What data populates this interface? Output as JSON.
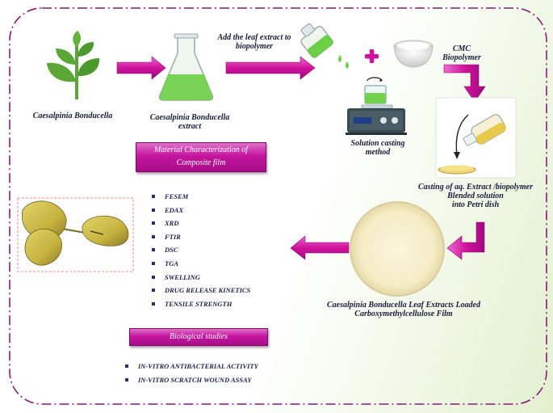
{
  "labels": {
    "plant": "Caesalpinia Bonducella",
    "extract_line1": "Caesalpinia Bonducella",
    "extract_line2": "extract",
    "add_line1": "Add the leaf extract to",
    "add_line2": "biopolymer",
    "cmc_line1": "CMC",
    "cmc_line2": "Biopolymer",
    "solution_line1": "Solution casting",
    "solution_line2": "method",
    "casting_line1": "Casting of aq. Extract /biopolymer",
    "casting_line2": "Blended solution",
    "casting_line3": "into Petri dish",
    "film_line1": "Caesalpinia Bonducella Leaf Extracts Loaded",
    "film_line2": "Carboxymethylcellulose Film"
  },
  "boxes": {
    "material_line1": "Material Characterization of",
    "material_line2": "Composite film",
    "biological": "Biological studies"
  },
  "characterization": [
    "FESEM",
    "EDAX",
    "XRD",
    "FTIR",
    "DSC",
    "TGA",
    "SWELLING",
    "DRUG RELEASE KINETICS",
    "TENSILE STRENGTH"
  ],
  "biological_studies": [
    "IN-VITRO ANTIBACTERIAL ACTIVITY",
    "IN-VITRO SCRATCH WOUND ASSAY"
  ],
  "symbols": {
    "plus": "+"
  },
  "colors": {
    "frame": "#8a1a7a",
    "arrow": "#d0139c",
    "box": "#c4169f",
    "liquid": "#6ccf45"
  }
}
